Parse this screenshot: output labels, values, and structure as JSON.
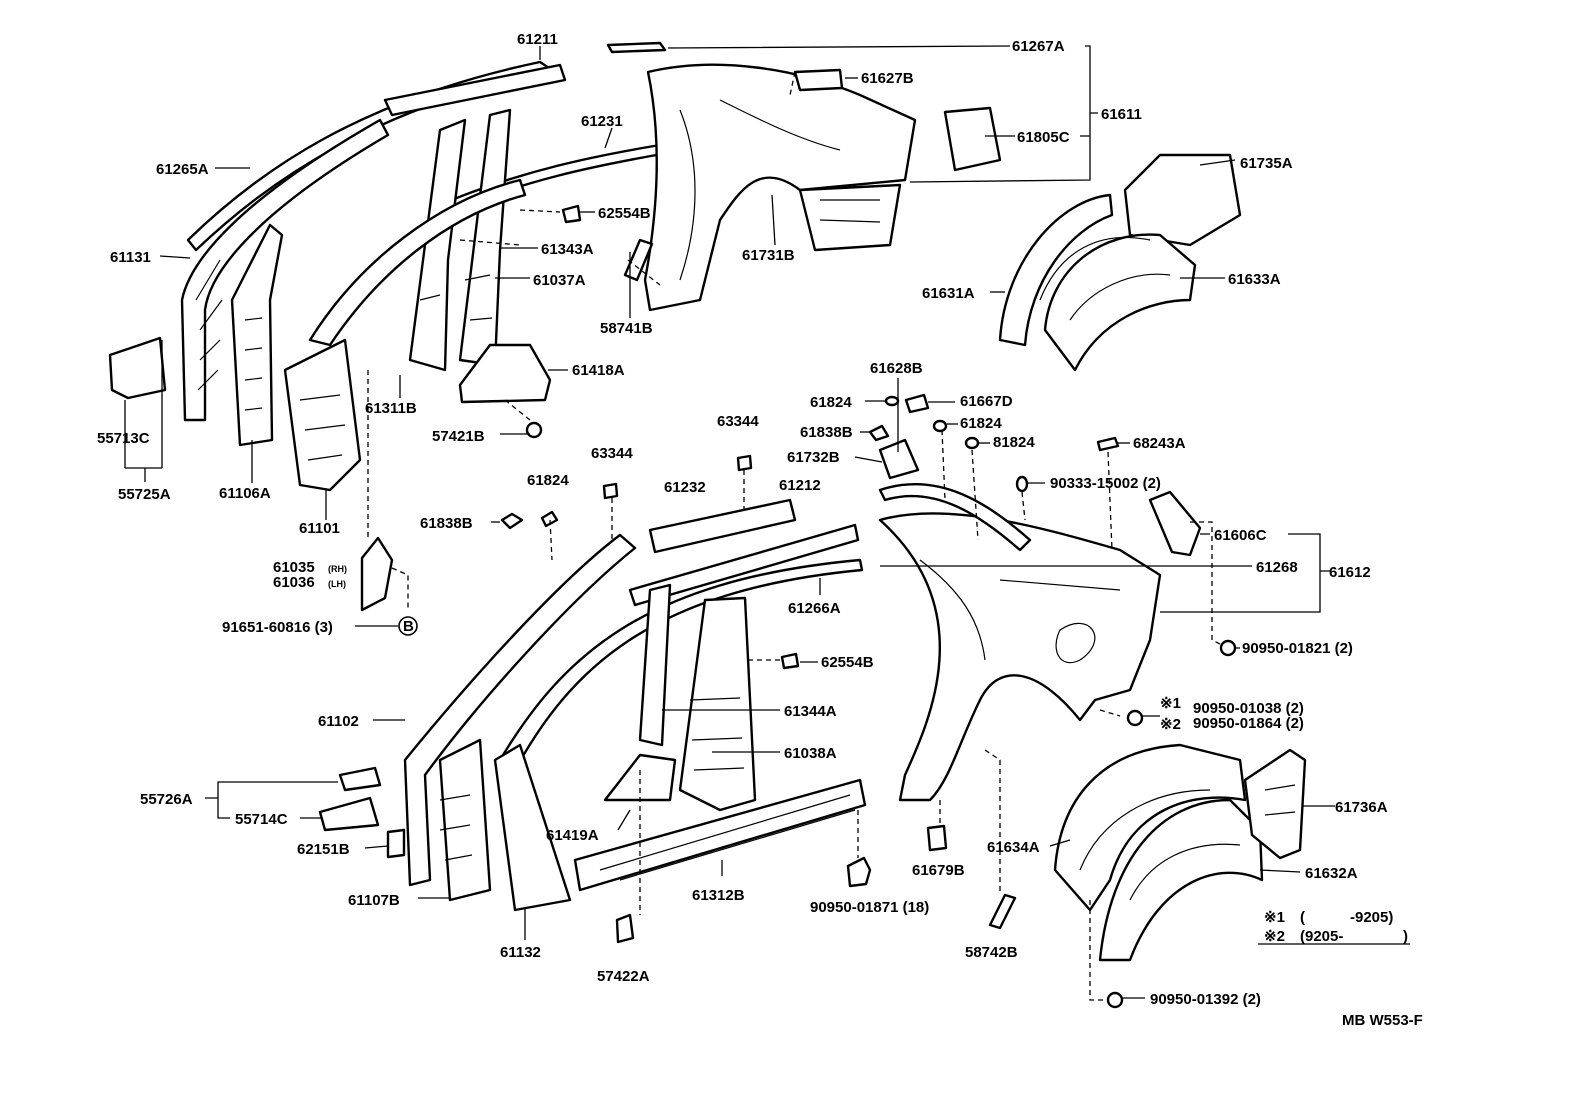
{
  "labels": {
    "p61211": "61211",
    "p61267A": "61267A",
    "p61627B": "61627B",
    "p61611": "61611",
    "p61805C": "61805C",
    "p61231": "61231",
    "p61265A": "61265A",
    "p62554B_top": "62554B",
    "p61343A": "61343A",
    "p61037A": "61037A",
    "p61731B": "61731B",
    "p61735A": "61735A",
    "p61131": "61131",
    "p61633A": "61633A",
    "p61631A": "61631A",
    "p58741B": "58741B",
    "p61418A": "61418A",
    "p61311B": "61311B",
    "p57421B": "57421B",
    "p55713C": "55713C",
    "p55725A": "55725A",
    "p61106A": "61106A",
    "p61101": "61101",
    "p61628B": "61628B",
    "p61824_a": "61824",
    "p61667D": "61667D",
    "p61824_b": "61824",
    "p61838B_r": "61838B",
    "p81824": "81824",
    "p61732B": "61732B",
    "p68243A": "68243A",
    "p63344_a": "63344",
    "p63344_b": "63344",
    "p61824_c": "61824",
    "p61232": "61232",
    "p61212": "61212",
    "p90333": "90333-15002 (2)",
    "p61838B_l": "61838B",
    "p61606C": "61606C",
    "p61035": "61035",
    "p61035_sfx": "(RH)",
    "p61036": "61036",
    "p61036_sfx": "(LH)",
    "p61268": "61268",
    "p61612": "61612",
    "p61266A": "61266A",
    "p91651": "91651-60816 (3)",
    "circleB": "B",
    "p62554B_mid": "62554B",
    "p90950_01821": "90950-01821 (2)",
    "p61102": "61102",
    "p61344A": "61344A",
    "star1": "※1",
    "p90950_01038": "90950-01038 (2)",
    "star2": "※2",
    "p90950_01864": "90950-01864 (2)",
    "p61038A": "61038A",
    "p55726A": "55726A",
    "p55714C": "55714C",
    "p61419A": "61419A",
    "p61736A": "61736A",
    "p62151B": "62151B",
    "p61634A": "61634A",
    "p61679B": "61679B",
    "p61632A": "61632A",
    "p61107B": "61107B",
    "p61312B": "61312B",
    "p90950_01871": "90950-01871 (18)",
    "p61132": "61132",
    "p57422A": "57422A",
    "p58742B": "58742B",
    "p90950_01392": "90950-01392 (2)",
    "footer_code": "MB W553-F"
  },
  "legend": {
    "row1_mark": "※1",
    "row1_open": "(",
    "row1_range": "-9205)",
    "row2_mark": "※2",
    "row2_range": "(9205-",
    "row2_close": ")"
  }
}
